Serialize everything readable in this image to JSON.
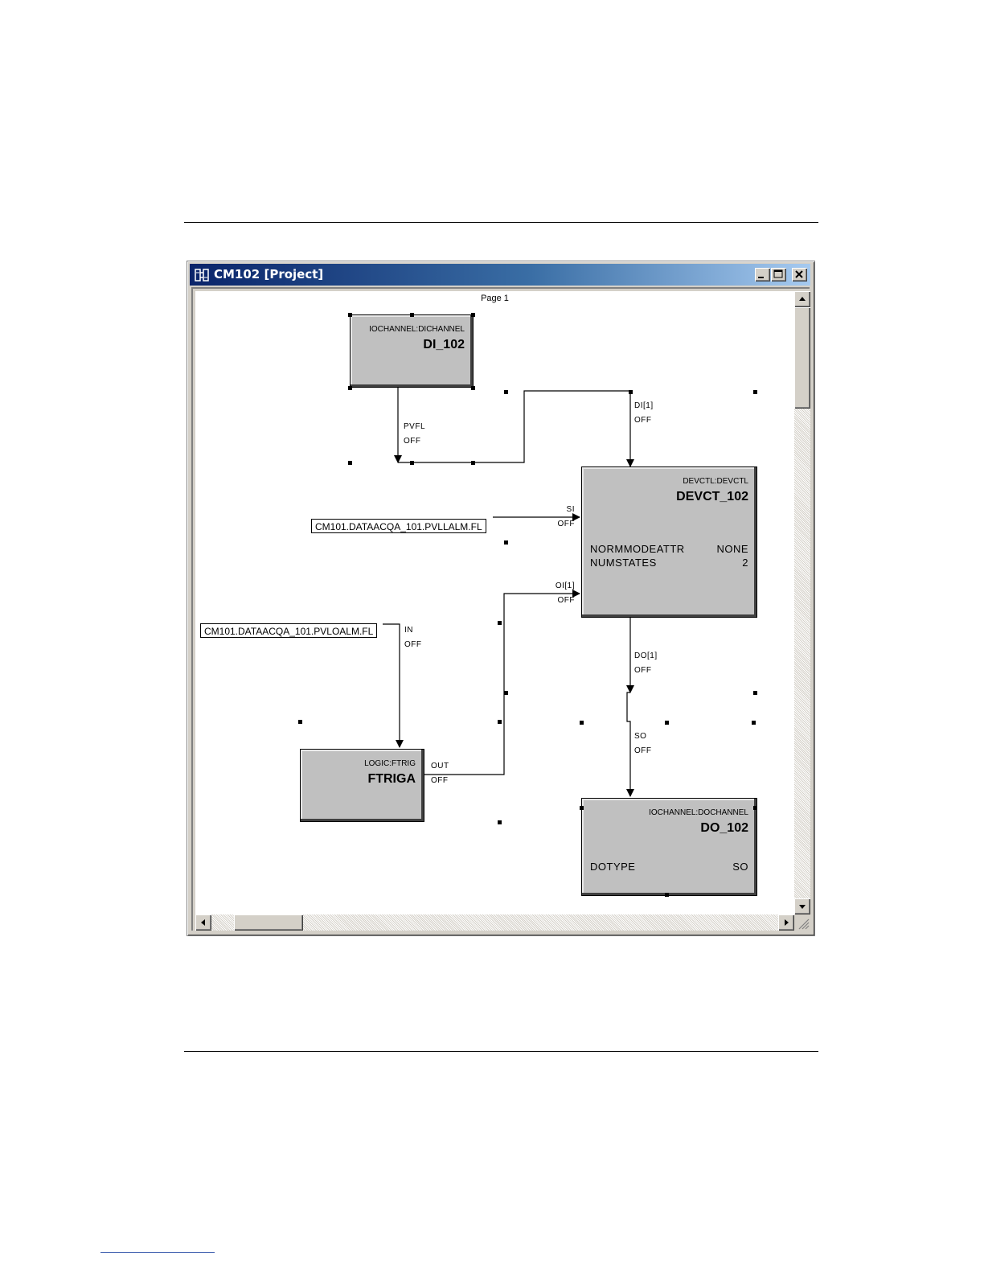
{
  "window": {
    "title": "CM102 [Project]",
    "page_label": "Page 1"
  },
  "blocks": {
    "di": {
      "type": "IOCHANNEL:DICHANNEL",
      "name": "DI_102"
    },
    "devct": {
      "type": "DEVCTL:DEVCTL",
      "name": "DEVCT_102",
      "params": [
        {
          "key": "NORMMODEATTR",
          "value": "NONE"
        },
        {
          "key": "NUMSTATES",
          "value": "2"
        }
      ]
    },
    "ftrig": {
      "type": "LOGIC:FTRIG",
      "name": "FTRIGA"
    },
    "do": {
      "type": "IOCHANNEL:DOCHANNEL",
      "name": "DO_102",
      "params": [
        {
          "key": "DOTYPE",
          "value": "SO"
        }
      ]
    }
  },
  "pins": {
    "pvfl": {
      "name": "PVFL",
      "state": "OFF"
    },
    "di1": {
      "name": "DI[1]",
      "state": "OFF"
    },
    "si": {
      "name": "SI",
      "state": "OFF"
    },
    "oi1": {
      "name": "OI[1]",
      "state": "OFF"
    },
    "in": {
      "name": "IN",
      "state": "OFF"
    },
    "out": {
      "name": "OUT",
      "state": "OFF"
    },
    "do1": {
      "name": "DO[1]",
      "state": "OFF"
    },
    "so": {
      "name": "SO",
      "state": "OFF"
    }
  },
  "references": {
    "pvllalm": "CM101.DATAACQA_101.PVLLALM.FL",
    "pvloalm": "CM101.DATAACQA_101.PVLOALM.FL"
  }
}
